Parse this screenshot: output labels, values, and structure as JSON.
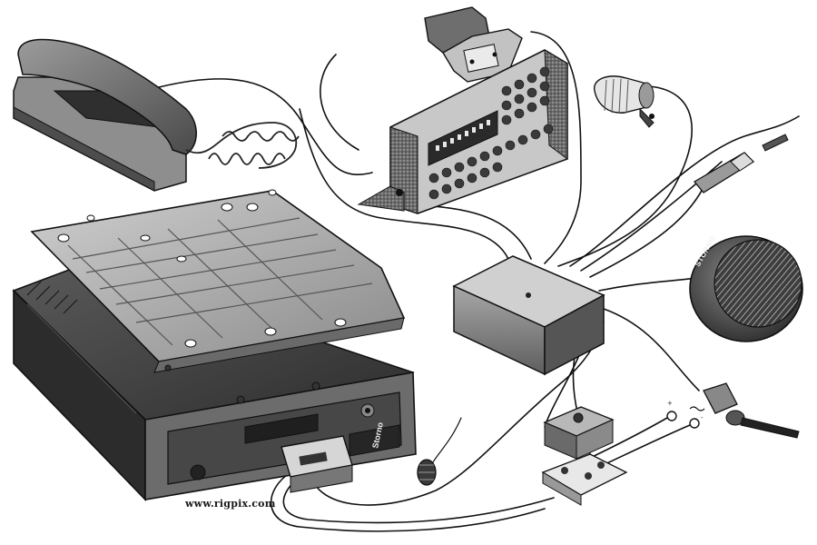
{
  "image": {
    "watermark": "www.rigpix.com",
    "radio_brand": "Storno",
    "speaker_brand": "STORNO",
    "terminal_plus": "+",
    "terminal_minus": "-"
  },
  "colors": {
    "background": "#ffffff",
    "housing_dark": "#3a3a3a",
    "housing_mid": "#7a7a7a",
    "housing_light": "#b5b5b5",
    "line": "#111111"
  },
  "icons": [
    "handset-icon",
    "control-head-icon",
    "microphone-icon",
    "junction-box-icon",
    "speaker-icon",
    "toggle-switch-icon",
    "fuse-holder-icon",
    "connector-plug-icon",
    "radio-unit-icon",
    "mounting-tray-icon"
  ]
}
